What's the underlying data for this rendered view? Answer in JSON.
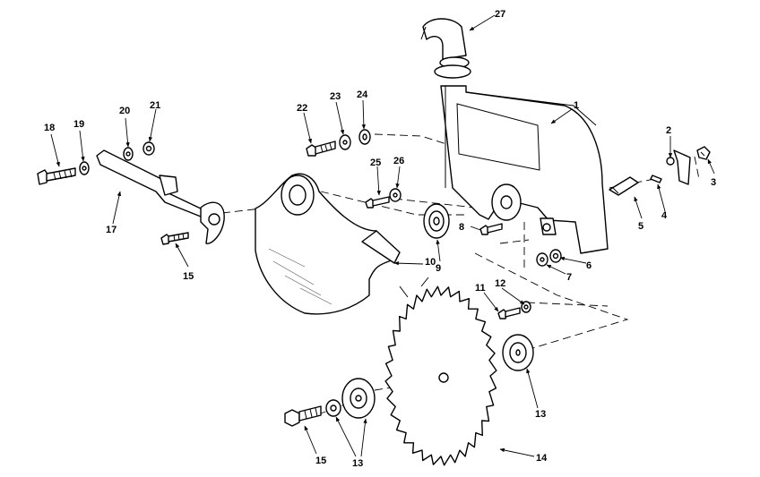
{
  "callouts": {
    "c1": "1",
    "c2": "2",
    "c3": "3",
    "c4": "4",
    "c5": "5",
    "c6": "6",
    "c7": "7",
    "c8": "8",
    "c9": "9",
    "c10": "10",
    "c11": "11",
    "c12": "12",
    "c13a": "13",
    "c13b": "13",
    "c14": "14",
    "c15a": "15",
    "c15b": "15",
    "c17": "17",
    "c18": "18",
    "c19": "19",
    "c20": "20",
    "c21": "21",
    "c22": "22",
    "c23": "23",
    "c24": "24",
    "c25": "25",
    "c26": "26",
    "c27": "27"
  }
}
